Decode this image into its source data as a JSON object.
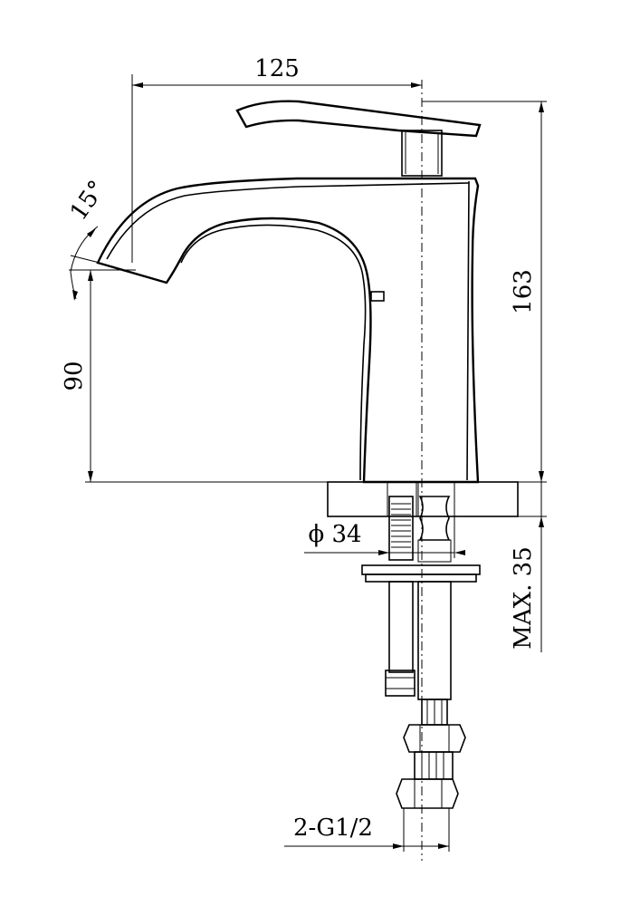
{
  "drawing": {
    "type": "faucet side elevation",
    "dimensions": {
      "width_top": "125",
      "height_total": "163",
      "spout_height": "90",
      "spout_angle": "15°",
      "hole_diameter": "ϕ 34",
      "max_thickness": "MAX. 35",
      "connection": "2-G1/2"
    },
    "line_color": "#000000",
    "background": "#ffffff"
  }
}
